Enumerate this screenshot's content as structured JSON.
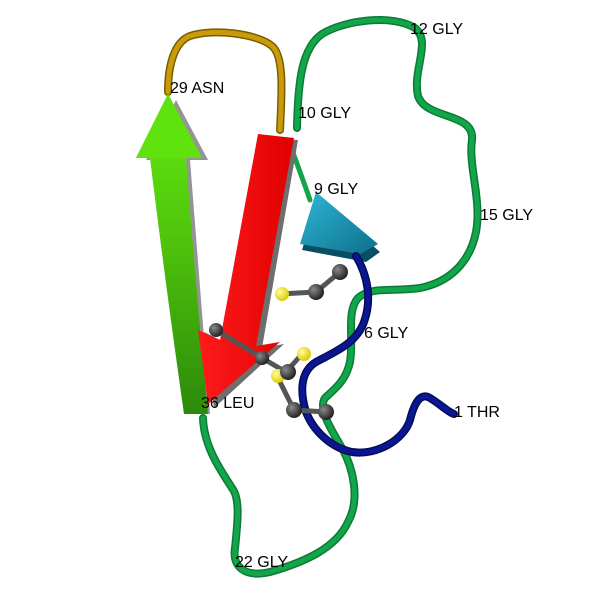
{
  "structure": {
    "residue_labels": [
      {
        "id": "res-12",
        "text": "12 GLY"
      },
      {
        "id": "res-29",
        "text": "29 ASN"
      },
      {
        "id": "res-10",
        "text": "10 GLY"
      },
      {
        "id": "res-9",
        "text": "9 GLY"
      },
      {
        "id": "res-15",
        "text": "15 GLY"
      },
      {
        "id": "res-6",
        "text": "6 GLY"
      },
      {
        "id": "res-36",
        "text": "36 LEU"
      },
      {
        "id": "res-1",
        "text": "1 THR"
      },
      {
        "id": "res-22",
        "text": "22 GLY"
      }
    ],
    "colors": {
      "loop_green": "#12a54a",
      "loop_blue": "#0b1694",
      "turn_gold": "#c99a0a",
      "strand_green": "#5fe20e",
      "strand_red": "#f20000",
      "strand_teal": "#1797b7",
      "disulfide_sulfur": "#f2f200",
      "atom_carbon": "#2e2e2e"
    },
    "icons": [
      "beta-strand-arrow",
      "coil-loop",
      "disulfide-bond",
      "sulfur-atom",
      "carbon-atom"
    ]
  }
}
